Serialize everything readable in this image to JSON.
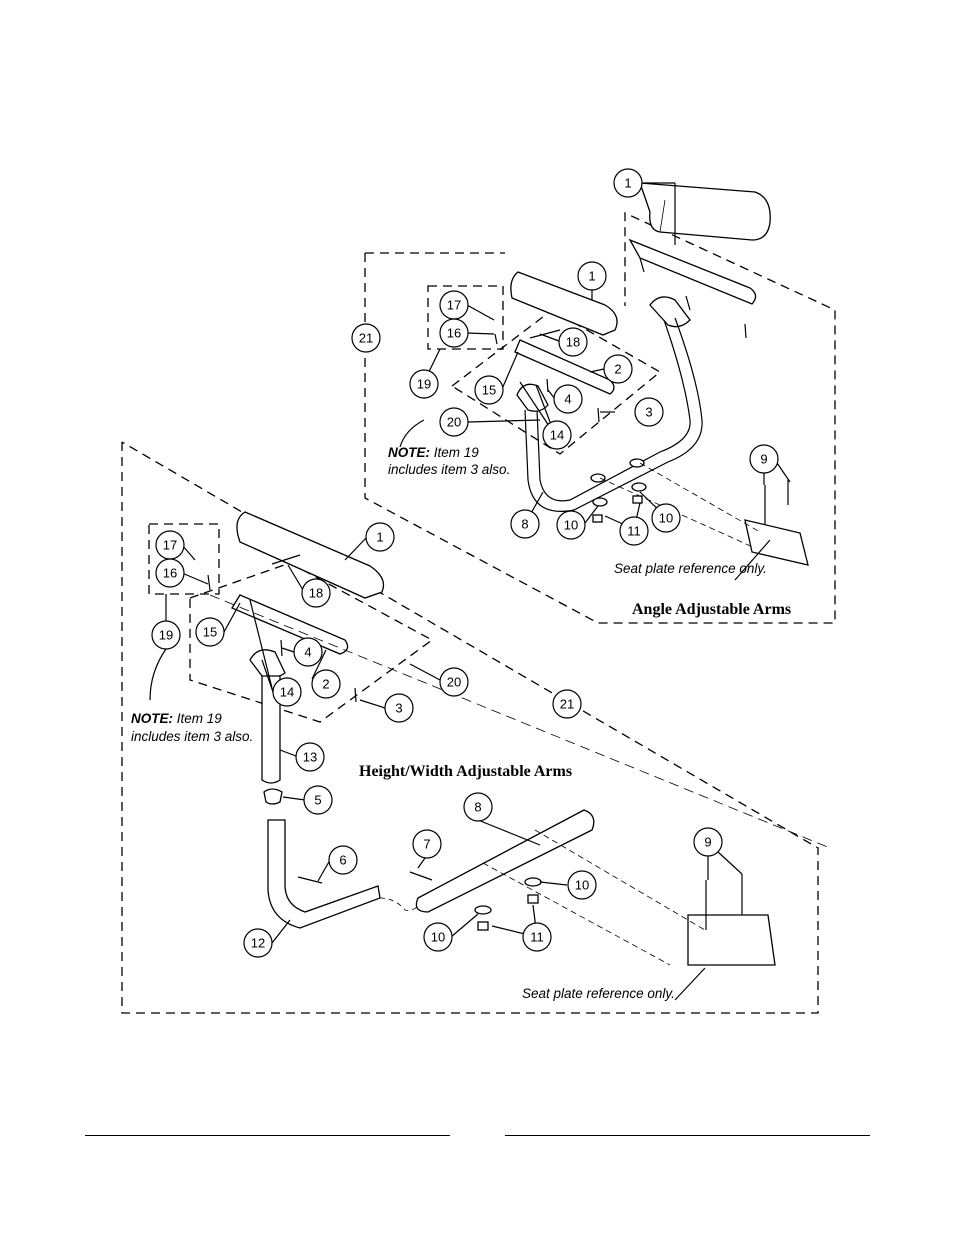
{
  "top_assembly": {
    "title": "Angle Adjustable Arms",
    "note_label": "NOTE:",
    "note_line1": " Item 19",
    "note_line2": "includes item 3 also.",
    "seat_plate_note": "Seat plate reference only.",
    "callouts": [
      "1",
      "1",
      "17",
      "16",
      "18",
      "21",
      "19",
      "15",
      "2",
      "4",
      "3",
      "20",
      "14",
      "9",
      "8",
      "10",
      "11",
      "10"
    ]
  },
  "bottom_assembly": {
    "title": "Height/Width Adjustable Arms",
    "note_label": "NOTE:",
    "note_line1": " Item 19",
    "note_line2": "includes item 3 also.",
    "seat_plate_note": "Seat plate reference only.",
    "callouts": [
      "17",
      "1",
      "16",
      "18",
      "19",
      "15",
      "4",
      "2",
      "20",
      "14",
      "3",
      "21",
      "13",
      "5",
      "8",
      "7",
      "6",
      "10",
      "9",
      "10",
      "11",
      "12"
    ]
  }
}
